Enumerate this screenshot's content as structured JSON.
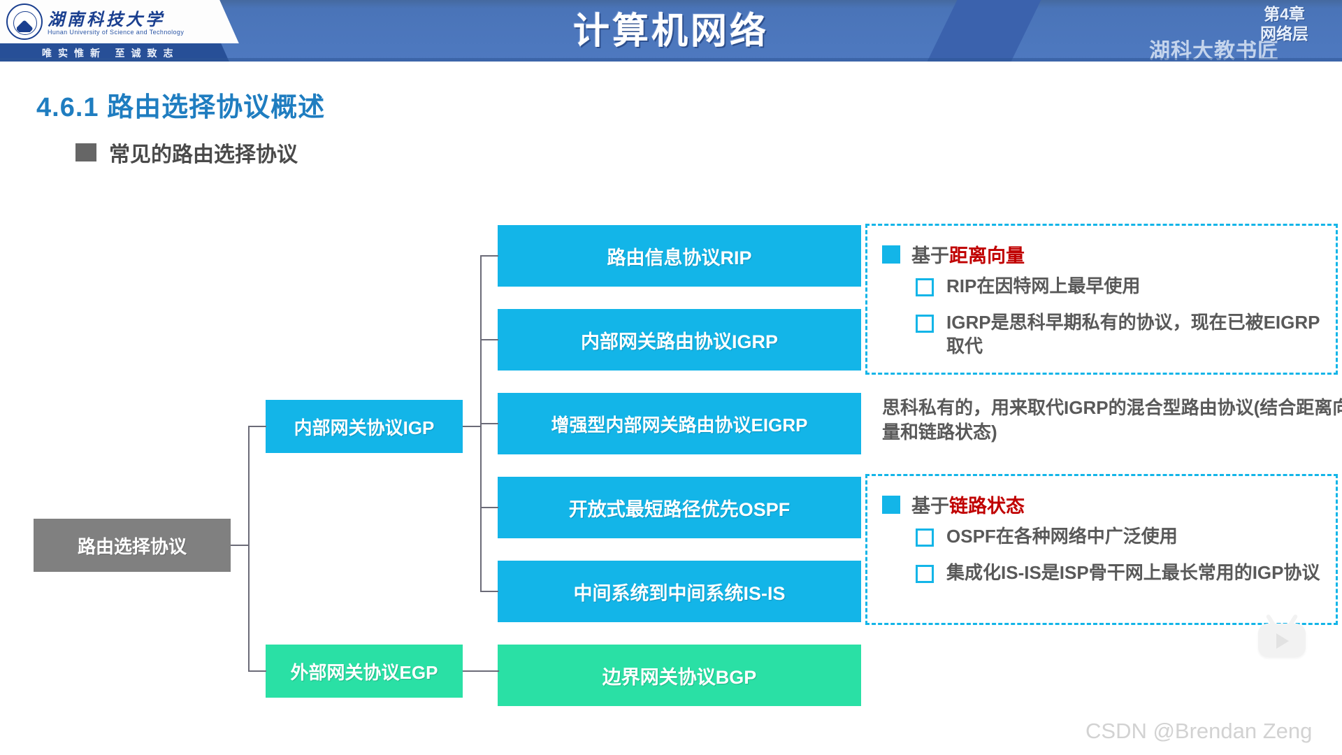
{
  "header": {
    "university_cn": "湖南科技大学",
    "university_en": "Hunan University of Science and Technology",
    "motto": "唯实惟新   至诚致志",
    "course_title": "计算机网络",
    "chapter_line1": "第4章",
    "chapter_line2": "网络层",
    "watermark": "湖科大教书匠",
    "brand_color": "#4472c4"
  },
  "slide": {
    "section_title": "4.6.1 路由选择协议概述",
    "subsection_title": "常见的路由选择协议"
  },
  "diagram": {
    "root": "路由选择协议",
    "igp": "内部网关协议IGP",
    "egp": "外部网关协议EGP",
    "protocols": [
      "路由信息协议RIP",
      "内部网关路由协议IGRP",
      "增强型内部网关路由协议EIGRP",
      "开放式最短路径优先OSPF",
      "中间系统到中间系统IS-IS",
      "边界网关协议BGP"
    ],
    "colors": {
      "root": "#808080",
      "cyan": "#13b5e8",
      "green": "#2ae0a5",
      "connector": "#6b6b78"
    }
  },
  "annotations": {
    "distance_vector": {
      "head_prefix": "基于",
      "head_highlight": "距离向量",
      "items": [
        "RIP在因特网上最早使用",
        "IGRP是思科早期私有的协议，现在已被EIGRP取代"
      ]
    },
    "eigrp_note": "思科私有的，用来取代IGRP的混合型路由协议(结合距离向量和链路状态)",
    "link_state": {
      "head_prefix": "基于",
      "head_highlight": "链路状态",
      "items": [
        "OSPF在各种网络中广泛使用",
        "集成化IS-IS是ISP骨干网上最长常用的IGP协议"
      ]
    },
    "highlight_color": "#c00000",
    "dash_color": "#13b5e8"
  },
  "watermarks": {
    "csdn": "CSDN @Brendan Zeng",
    "bilibili_icon": "bilibili-play-icon"
  }
}
